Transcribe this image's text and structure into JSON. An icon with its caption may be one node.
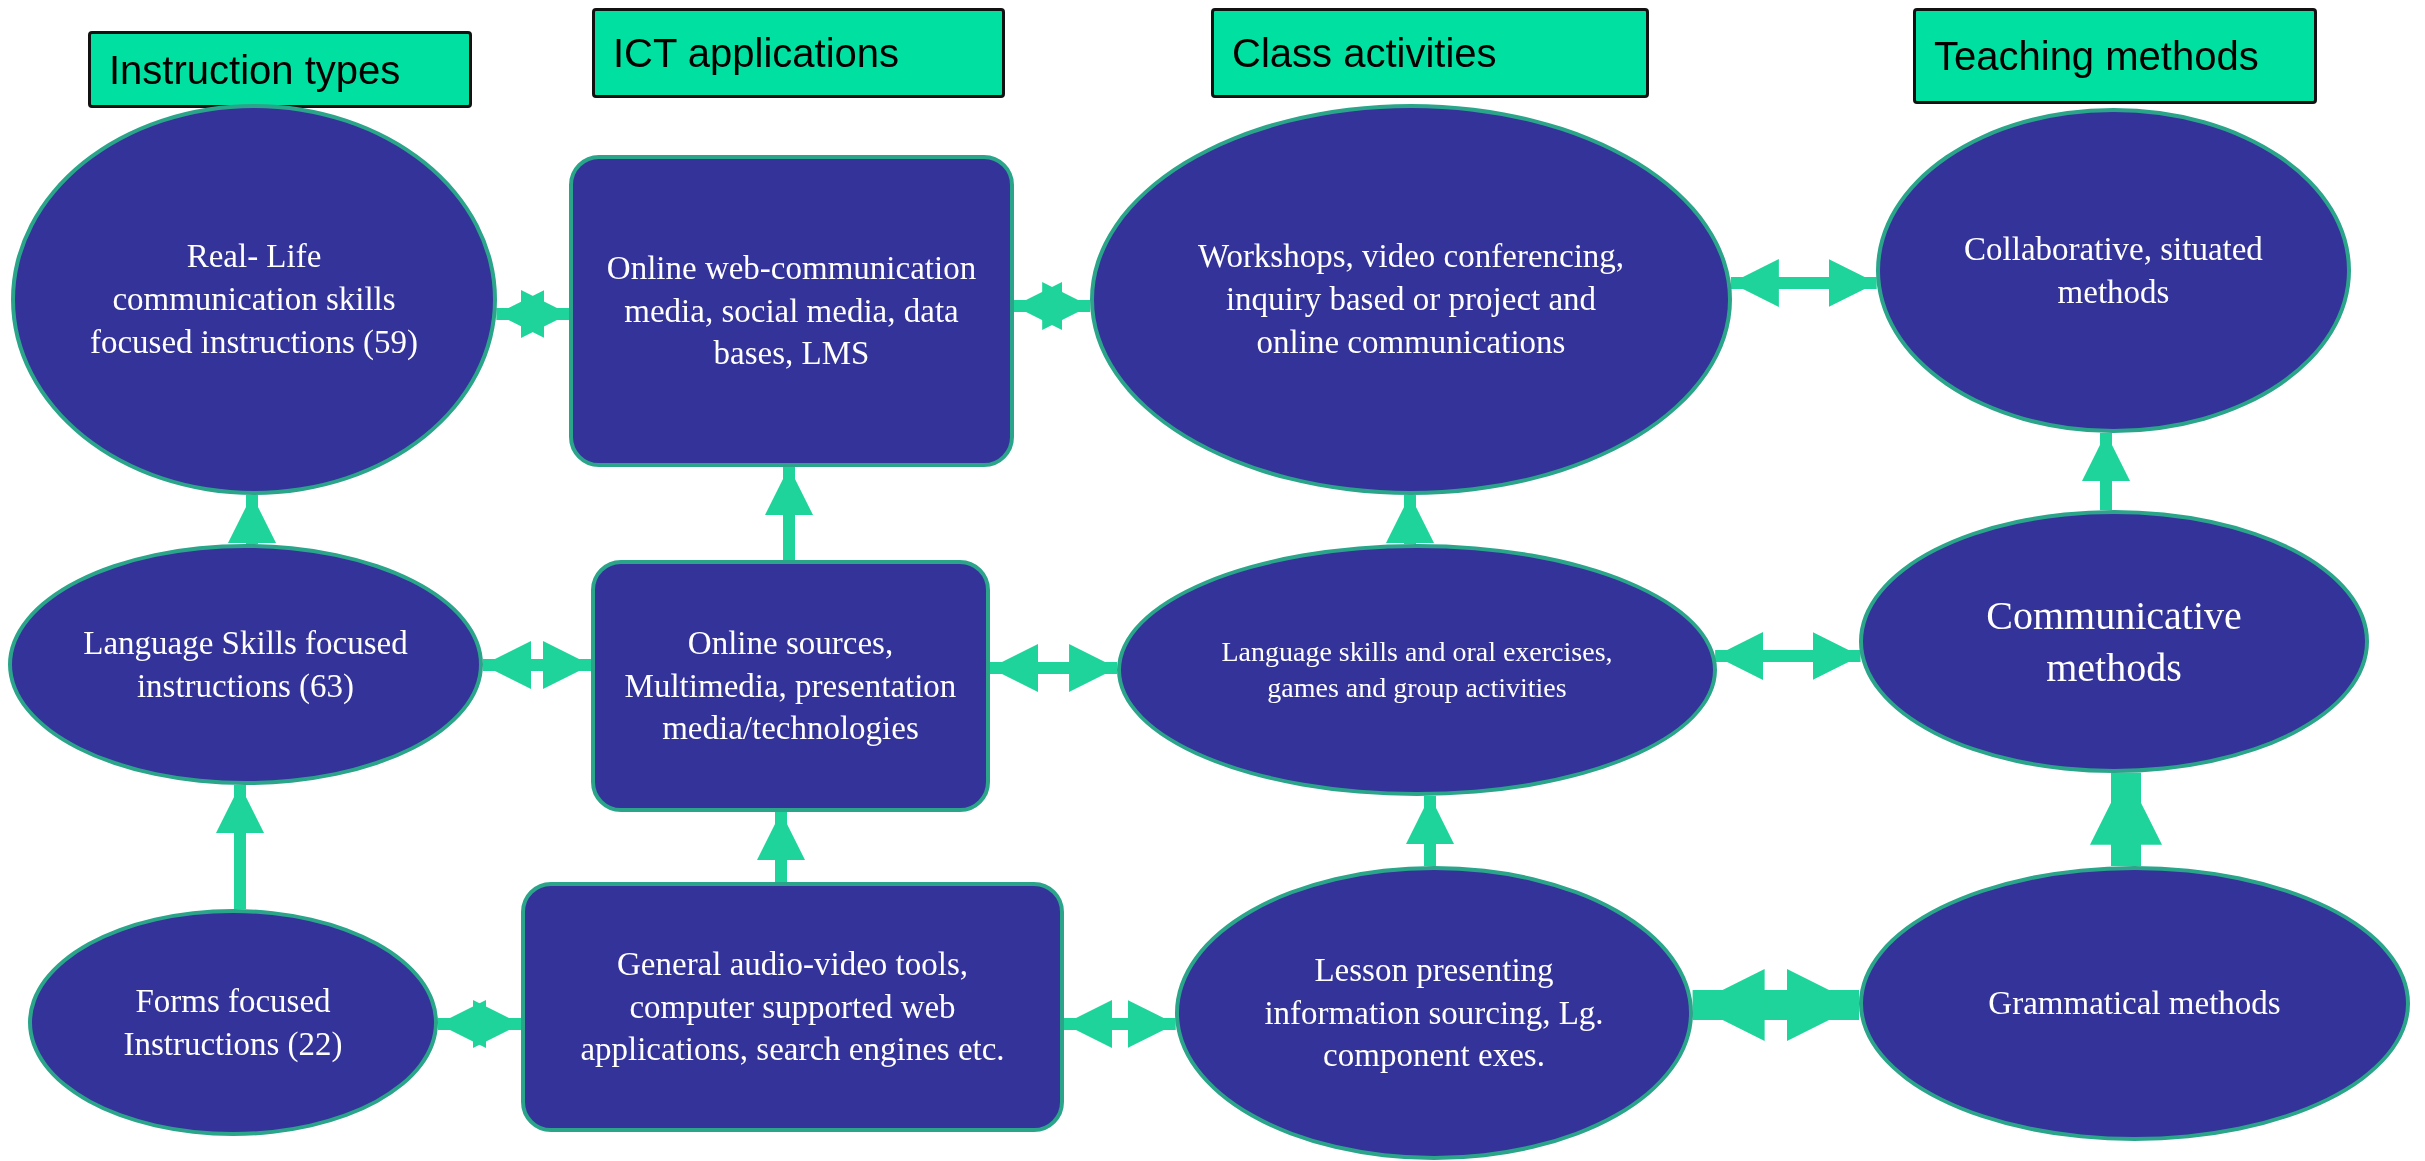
{
  "diagram": {
    "nodes": [
      {
        "text": [
          "Instruction types"
        ]
      },
      {
        "text": [
          "ICT applications"
        ]
      },
      {
        "text": [
          "Class activities"
        ]
      },
      {
        "text": [
          "Teaching methods"
        ]
      },
      {
        "text": [
          "Real- Life communication skills focused instructions (59)"
        ]
      },
      {
        "text": [
          "Online web-communication media, social media, data bases, LMS"
        ]
      },
      {
        "text": [
          "Workshops, video conferencing, inquiry based or project and online communications"
        ]
      },
      {
        "text": [
          "Collaborative, situated methods"
        ]
      },
      {
        "text": [
          "Language Skills focused instructions (63)"
        ]
      },
      {
        "text": [
          "Online sources, Multimedia, presentation media/technologies"
        ]
      },
      {
        "text": [
          "Language skills and oral exercises, games and group activities"
        ]
      },
      {
        "text": [
          "Communicative methods"
        ]
      },
      {
        "text": [
          "Forms focused Instructions (22)"
        ]
      },
      {
        "text": [
          "General audio-video tools, computer supported web applications, search engines etc."
        ]
      },
      {
        "text": [
          "Lesson presenting information sourcing, Lg. component exes."
        ]
      },
      {
        "text": [
          "Grammatical methods"
        ]
      }
    ],
    "edges": [
      {
        "from": 4,
        "to": 5,
        "arrow": "both"
      },
      {
        "from": 5,
        "to": 6,
        "arrow": "both"
      },
      {
        "from": 6,
        "to": 7,
        "arrow": "both"
      },
      {
        "from": 8,
        "to": 9,
        "arrow": "both"
      },
      {
        "from": 9,
        "to": 10,
        "arrow": "both"
      },
      {
        "from": 10,
        "to": 11,
        "arrow": "both"
      },
      {
        "from": 12,
        "to": 13,
        "arrow": "both"
      },
      {
        "from": 13,
        "to": 14,
        "arrow": "both"
      },
      {
        "from": 14,
        "to": 15,
        "arrow": "both",
        "style": "thick"
      },
      {
        "from": 8,
        "to": 4,
        "arrow": "to"
      },
      {
        "from": 12,
        "to": 8,
        "arrow": "to"
      },
      {
        "from": 9,
        "to": 5,
        "arrow": "to"
      },
      {
        "from": 13,
        "to": 9,
        "arrow": "to"
      },
      {
        "from": 10,
        "to": 6,
        "arrow": "to"
      },
      {
        "from": 14,
        "to": 10,
        "arrow": "to"
      },
      {
        "from": 11,
        "to": 7,
        "arrow": "to"
      },
      {
        "from": 15,
        "to": 11,
        "arrow": "to",
        "style": "thick"
      }
    ]
  }
}
